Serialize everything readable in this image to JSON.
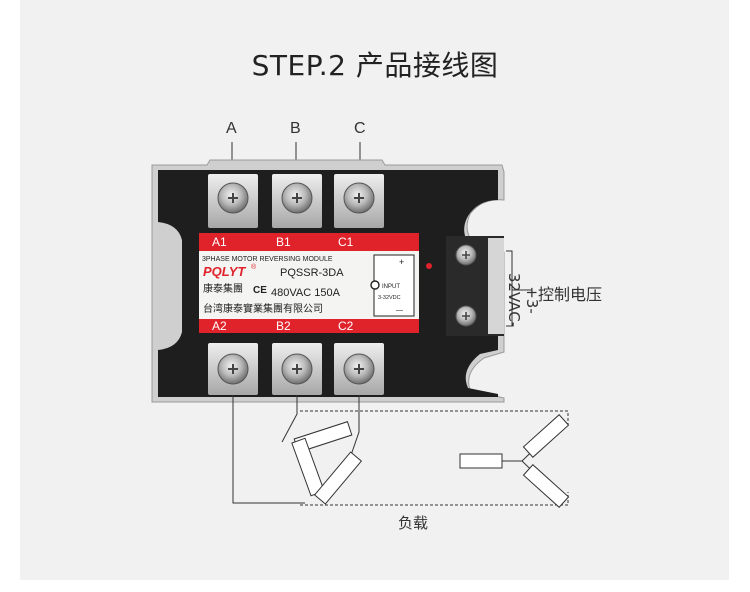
{
  "title": "STEP.2 产品接线图",
  "top_labels": [
    "A",
    "B",
    "C"
  ],
  "module": {
    "top_terminals": [
      "A1",
      "B1",
      "C1"
    ],
    "bottom_terminals": [
      "A2",
      "B2",
      "C2"
    ],
    "type_line": "3PHASE MOTOR REVERSING  MODULE",
    "brand": "PQLYT",
    "brand_mark": "®",
    "model": "PQSSR-3DA",
    "chinese_brand": "康泰集團",
    "ce_mark": "CE",
    "rating": "480VAC 150A",
    "company": "台湾康泰實業集團有限公司",
    "input": {
      "plus": "+",
      "label": "INPUT",
      "range": "3-32VDC",
      "minus": "—"
    }
  },
  "control": {
    "voltage": "+3-32VAC-",
    "label": "控制电压"
  },
  "load_label": "负载",
  "colors": {
    "panel": "#f1f1f1",
    "body": "#1e1e1e",
    "label_red": "#e0232b"
  }
}
